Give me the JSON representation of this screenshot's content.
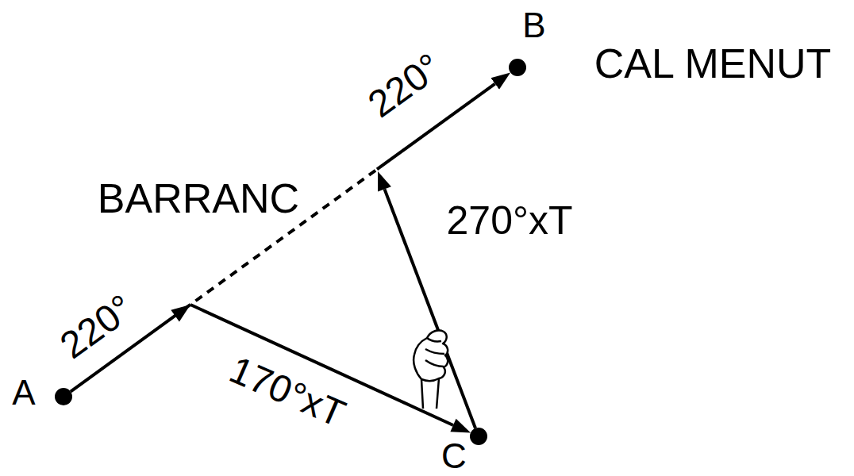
{
  "diagram": {
    "nodes": [
      {
        "text": [
          "A"
        ]
      },
      {
        "text": [
          "B",
          "CAL MENUT"
        ]
      },
      {
        "text": [
          "C"
        ]
      }
    ],
    "edges": [
      {
        "from": 0,
        "to": 1,
        "arrow": "to",
        "label": "220°"
      }
    ],
    "labels": [
      "220°",
      "BARRANC",
      "170°xT",
      "270°xT"
    ]
  }
}
